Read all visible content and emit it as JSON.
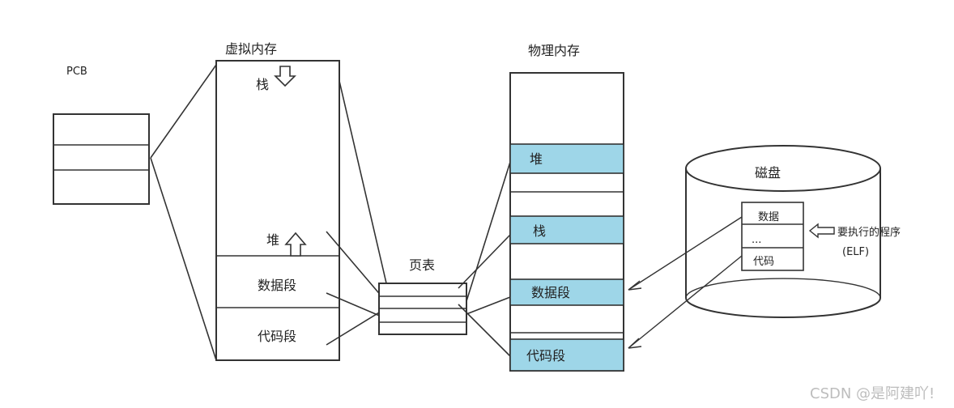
{
  "labels": {
    "pcb": "PCB",
    "virtual_memory": "虚拟内存",
    "physical_memory": "物理内存",
    "page_table": "页表",
    "disk": "磁盘",
    "program": "要执行的程序",
    "elf": "(ELF)"
  },
  "virtual": {
    "stack": "栈",
    "heap": "堆",
    "data": "数据段",
    "code": "代码段"
  },
  "physical": {
    "heap": "堆",
    "stack": "栈",
    "data": "数据段",
    "code": "代码段"
  },
  "disk": {
    "data": "数据",
    "dots": "...",
    "code": "代码"
  },
  "watermark": "CSDN @是阿建吖!",
  "colors": {
    "highlight": "#9ed6e8",
    "stroke": "#333333"
  }
}
